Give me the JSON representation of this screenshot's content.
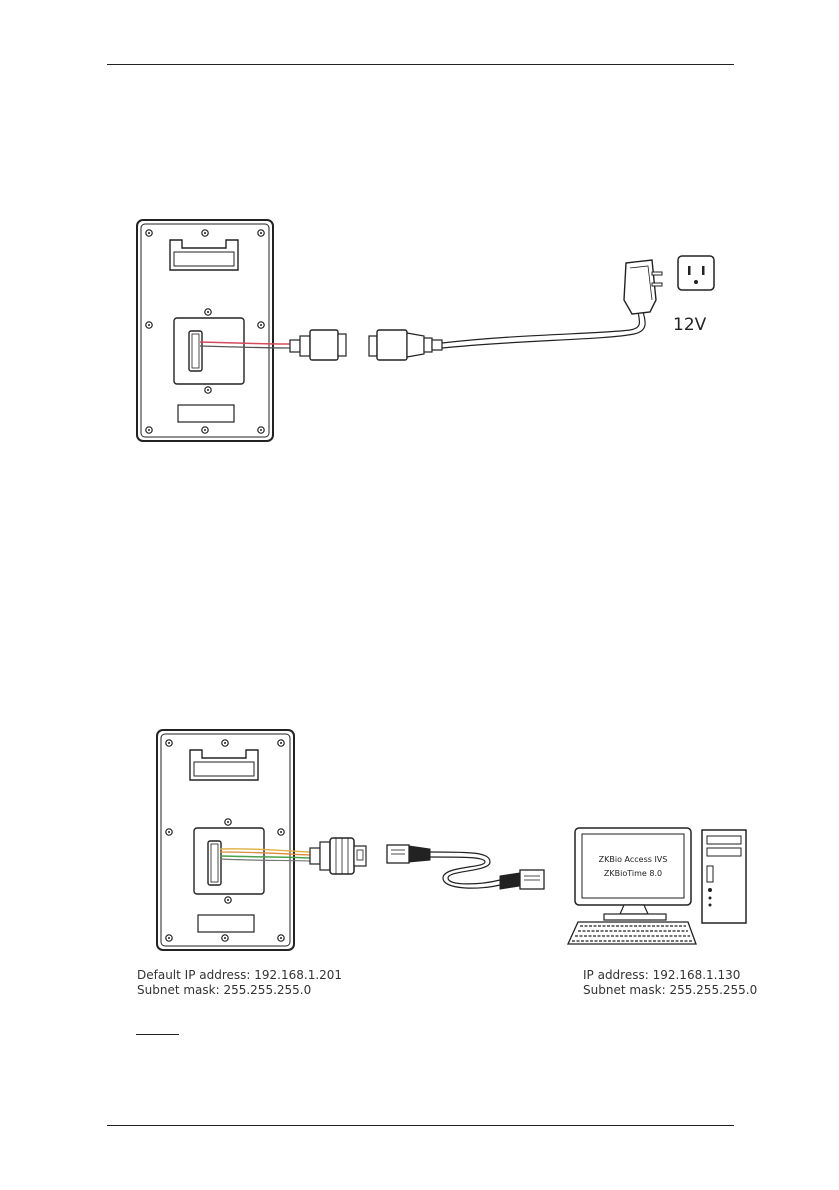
{
  "header": {
    "page_number": ""
  },
  "power_diagram": {
    "voltage_label": "12V"
  },
  "network_diagram": {
    "software_line1": "ZKBio Access IVS",
    "software_line2": "ZKBioTime 8.0",
    "device_ip_line": "Default IP address: 192.168.1.201",
    "device_mask_line": "Subnet mask: 255.255.255.0",
    "pc_ip_line": "IP  address:  192.168.1.130",
    "pc_mask_line": "Subnet mask: 255.255.255.0"
  }
}
